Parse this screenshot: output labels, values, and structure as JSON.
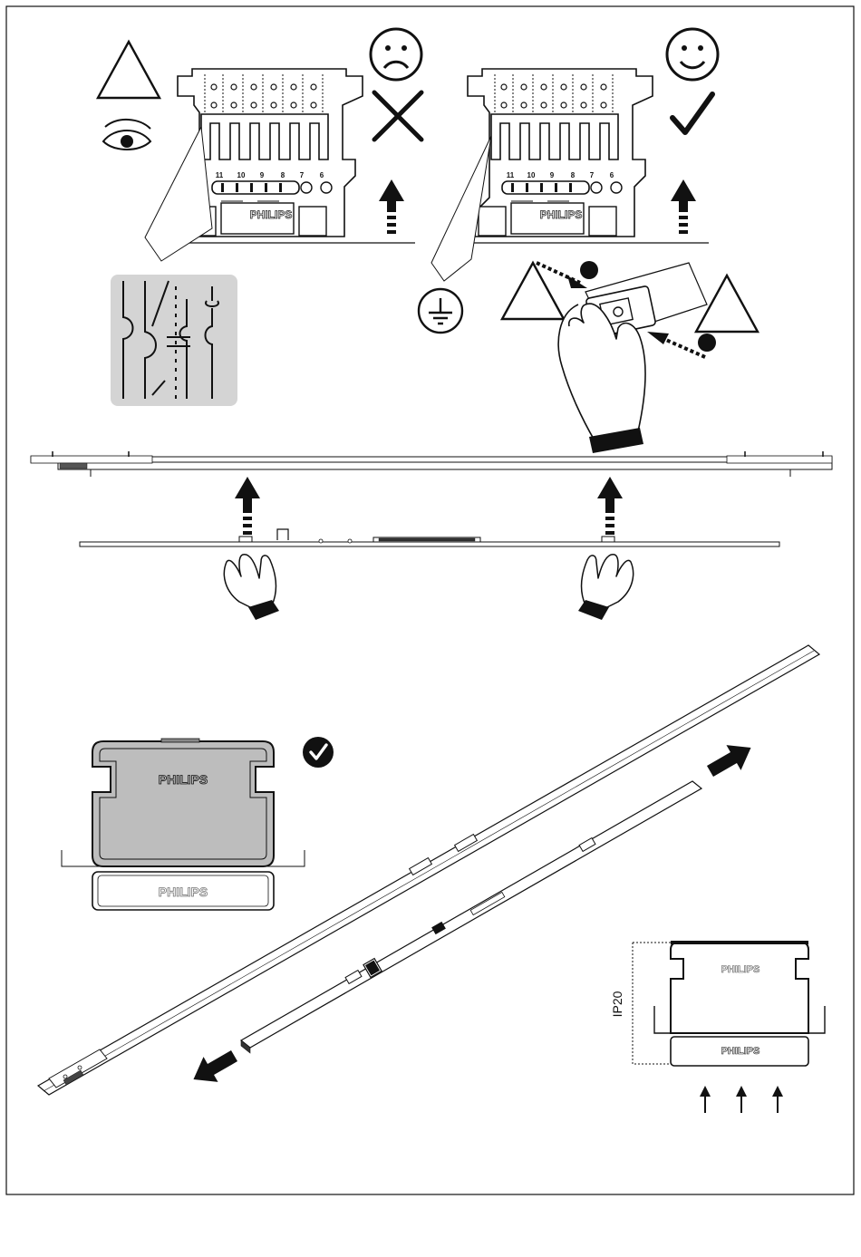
{
  "brand": {
    "logo_text": "PHILIPS"
  },
  "connector": {
    "pins": [
      "11",
      "10",
      "9",
      "8",
      "7",
      "6"
    ]
  },
  "ip_rating": {
    "label": "IP20"
  },
  "icons": {
    "warning": "warning-triangle-icon",
    "eye": "eye-icon",
    "sad": "sad-face-icon",
    "happy": "happy-face-icon",
    "cross": "cross-icon",
    "check": "check-icon",
    "ground": "ground-symbol-icon",
    "check_circle": "check-circle-icon",
    "arrow": "arrow-icon",
    "hand": "hand-icon"
  },
  "colors": {
    "ink": "#111111",
    "panel_gray": "#d4d4d4",
    "box_gray": "#bdbdbd"
  }
}
